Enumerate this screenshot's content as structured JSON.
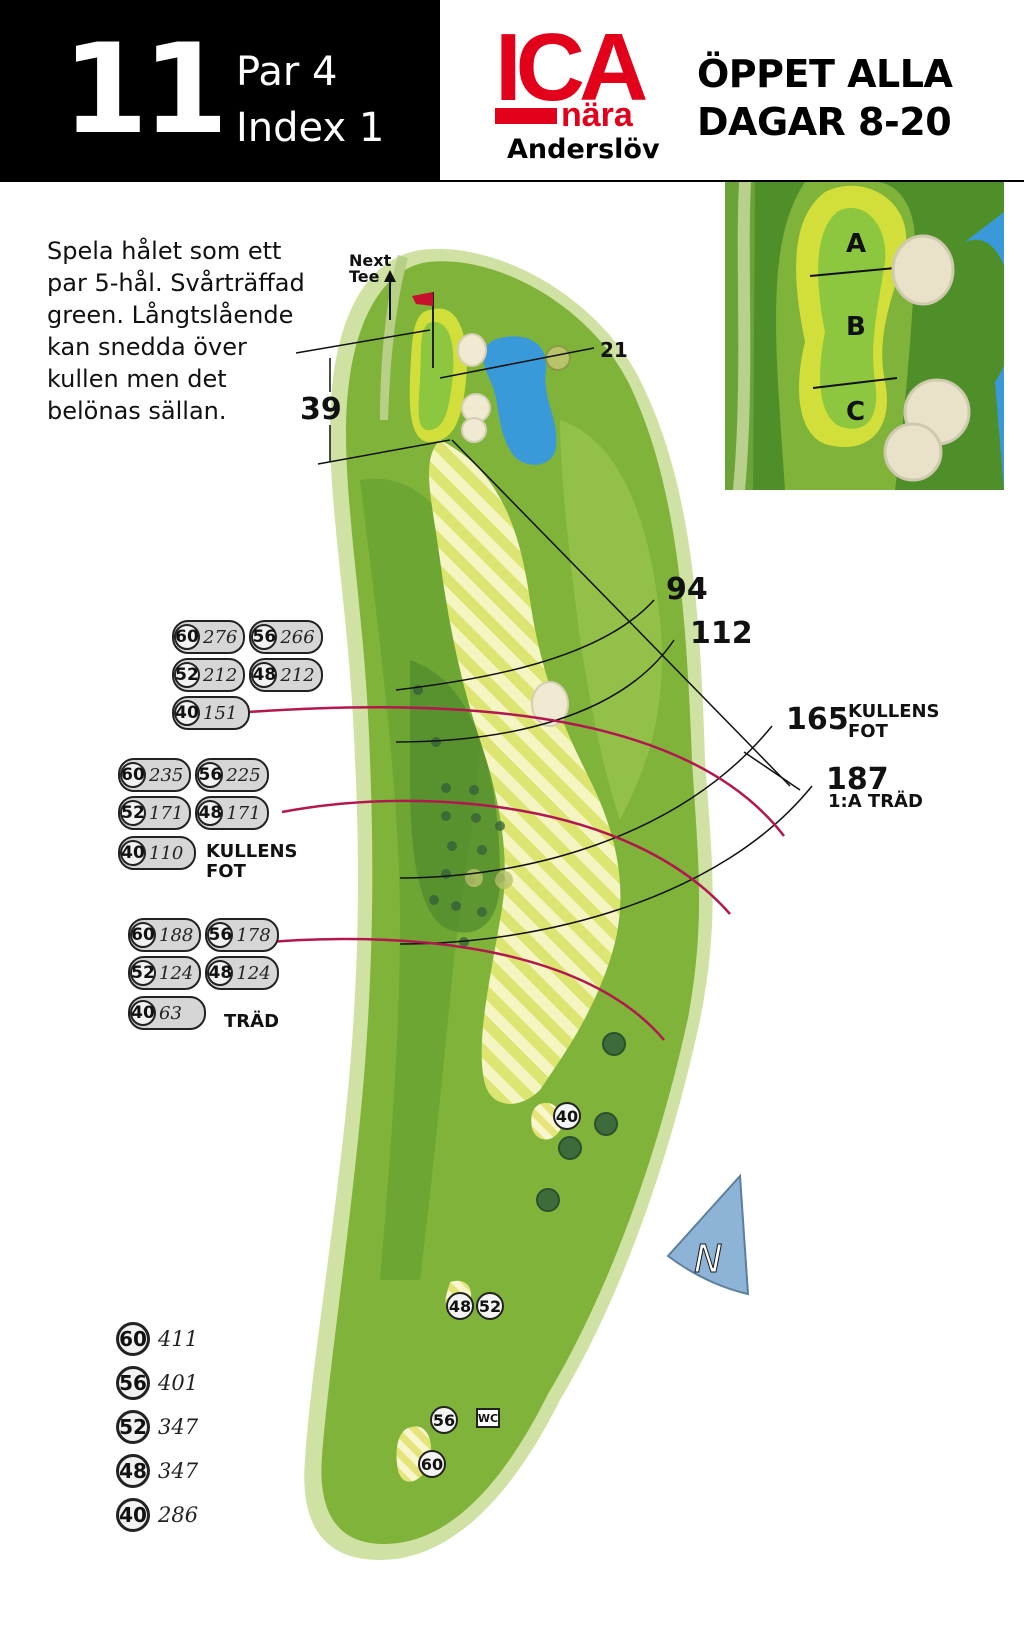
{
  "header": {
    "hole_number": "11",
    "par": "Par 4",
    "index": "Index 1"
  },
  "sponsor": {
    "logo_text": "ICA",
    "logo_sub": "nära",
    "town": "Anderslöv",
    "opening_line1": "ÖPPET ALLA",
    "opening_line2": "DAGAR 8-20",
    "brand_color": "#e2001a"
  },
  "description": [
    "Spela hålet som ett",
    "par 5-hål. Svårträffad",
    "green. Långtslående",
    "kan snedda över",
    "kullen men det",
    "belönas sällan."
  ],
  "green_inset": {
    "zones": [
      "A",
      "B",
      "C"
    ]
  },
  "map_labels": {
    "next_tee": [
      "Next",
      "Tee"
    ],
    "green_depth": "39",
    "hazard_21": "21",
    "d94": "94",
    "d112": "112",
    "d165": "165",
    "d165_note": [
      "KULLENS",
      "FOT"
    ],
    "d187": "187",
    "d187_note": "1:A TRÄD",
    "kullens_fot": [
      "KULLENS",
      "FOT"
    ],
    "trad": "TRÄD",
    "north": "N"
  },
  "yardage_groups": [
    {
      "rows": [
        [
          {
            "tee": "60",
            "d": "276"
          },
          {
            "tee": "56",
            "d": "266"
          }
        ],
        [
          {
            "tee": "52",
            "d": "212"
          },
          {
            "tee": "48",
            "d": "212"
          }
        ],
        [
          {
            "tee": "40",
            "d": "151"
          }
        ]
      ]
    },
    {
      "rows": [
        [
          {
            "tee": "60",
            "d": "235"
          },
          {
            "tee": "56",
            "d": "225"
          }
        ],
        [
          {
            "tee": "52",
            "d": "171"
          },
          {
            "tee": "48",
            "d": "171"
          }
        ],
        [
          {
            "tee": "40",
            "d": "110"
          }
        ]
      ]
    },
    {
      "rows": [
        [
          {
            "tee": "60",
            "d": "188"
          },
          {
            "tee": "56",
            "d": "178"
          }
        ],
        [
          {
            "tee": "52",
            "d": "124"
          },
          {
            "tee": "48",
            "d": "124"
          }
        ],
        [
          {
            "tee": "40",
            "d": "63"
          }
        ]
      ]
    }
  ],
  "tees_on_map": [
    "40",
    "48",
    "52",
    "56",
    "60"
  ],
  "wc": "WC",
  "hole_lengths": [
    {
      "tee": "60",
      "d": "411"
    },
    {
      "tee": "56",
      "d": "401"
    },
    {
      "tee": "52",
      "d": "347"
    },
    {
      "tee": "48",
      "d": "347"
    },
    {
      "tee": "40",
      "d": "286"
    }
  ],
  "colors": {
    "rough": "#7fb33a",
    "fairway": "#a6cc3c",
    "green": "#8dc63f",
    "water": "#3a9ad9",
    "marker_line": "#b3174f",
    "north_arrow": "#8db4d6"
  }
}
